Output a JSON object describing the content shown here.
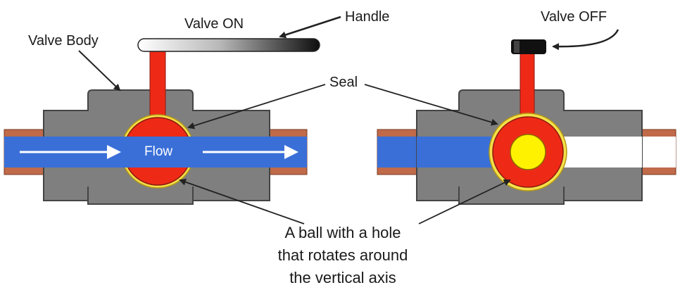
{
  "labels": {
    "valve_on": "Valve ON",
    "handle": "Handle",
    "valve_body": "Valve Body",
    "valve_off": "Valve OFF",
    "seal": "Seal",
    "flow": "Flow",
    "ball_line1": "A ball with a hole",
    "ball_line2": "that rotates around",
    "ball_line3": "the vertical axis"
  },
  "colors": {
    "valve_body": "#7f7f7f",
    "pipe_copper": "#c06a4a",
    "flow_blue": "#3a6fd8",
    "ball_red": "#ee2a17",
    "seal_yellow": "#f4e04a",
    "ball_hole_yellow": "#fff200",
    "handle_black": "#111111",
    "arrow_white": "#ffffff"
  }
}
